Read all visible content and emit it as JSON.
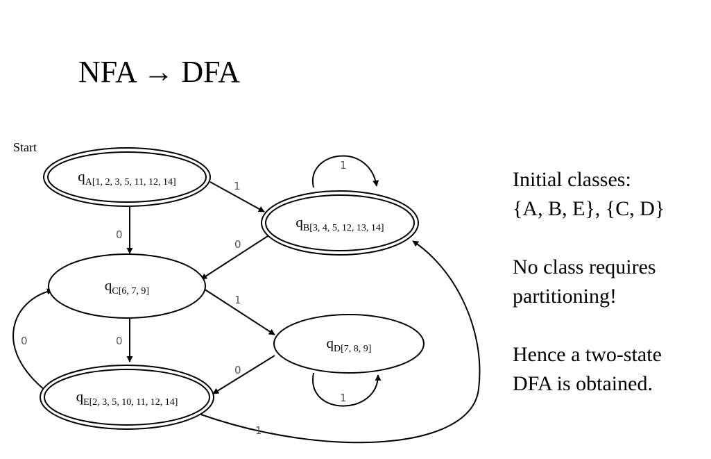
{
  "title": "NFA → DFA",
  "diagram": {
    "start_label": "Start",
    "states": [
      {
        "id": "A",
        "q": "q",
        "subscript": "A[1, 2, 3, 5, 11, 12, 14]",
        "accepting": true
      },
      {
        "id": "B",
        "q": "q",
        "subscript": "B[3, 4, 5, 12, 13, 14]",
        "accepting": true
      },
      {
        "id": "C",
        "q": "q",
        "subscript": "C[6, 7, 9]",
        "accepting": false
      },
      {
        "id": "D",
        "q": "q",
        "subscript": "D[7, 8, 9]",
        "accepting": false
      },
      {
        "id": "E",
        "q": "q",
        "subscript": "E[2, 3, 5, 10, 11, 12, 14]",
        "accepting": true
      }
    ],
    "transitions": [
      {
        "from": "A",
        "to": "B",
        "label": "1"
      },
      {
        "from": "A",
        "to": "C",
        "label": "0"
      },
      {
        "from": "B",
        "to": "B",
        "label": "1"
      },
      {
        "from": "B",
        "to": "C",
        "label": "0"
      },
      {
        "from": "C",
        "to": "D",
        "label": "1"
      },
      {
        "from": "C",
        "to": "E",
        "label": "0"
      },
      {
        "from": "D",
        "to": "D",
        "label": "1"
      },
      {
        "from": "D",
        "to": "E",
        "label": "0"
      },
      {
        "from": "E",
        "to": "C",
        "label": "0"
      },
      {
        "from": "E",
        "to": "B",
        "label": "1"
      }
    ]
  },
  "notes": {
    "initial_line1": "Initial  classes:",
    "initial_line2": "{A, B, E}, {C, D}",
    "partition_line1": "No class requires",
    "partition_line2": "partitioning!",
    "conclusion_line1": "Hence a two-state",
    "conclusion_line2": "DFA is obtained."
  }
}
